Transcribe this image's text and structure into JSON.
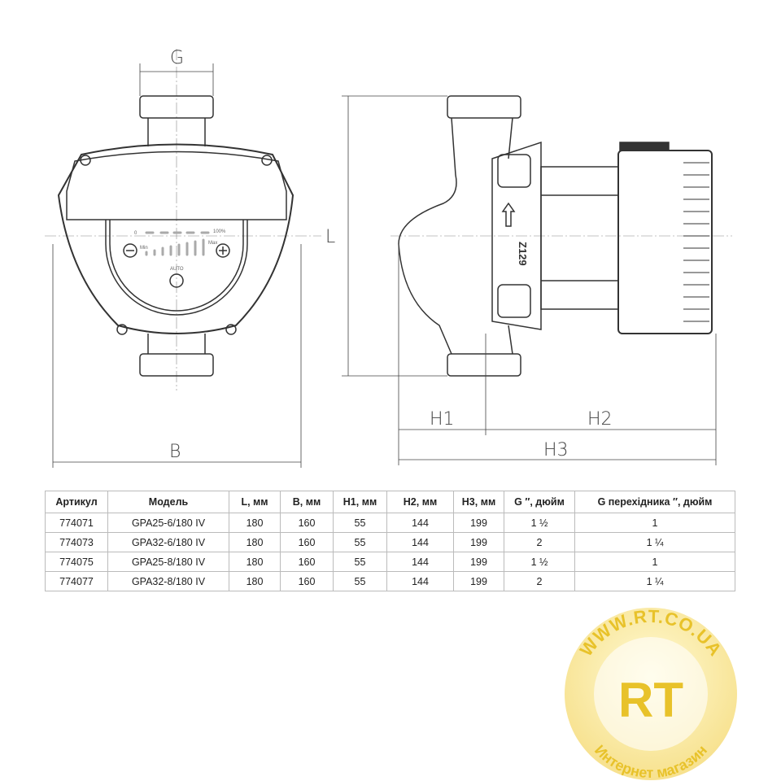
{
  "drawing": {
    "dim_labels": {
      "G": "G",
      "B": "B",
      "L": "L",
      "H1": "H1",
      "H2": "H2",
      "H3": "H3"
    },
    "panel": {
      "zero": "0",
      "full": "100%",
      "min": "Min",
      "max": "Max",
      "auto": "AUTO"
    },
    "body_marking": "Z129"
  },
  "table": {
    "headers": [
      "Артикул",
      "Модель",
      "L, мм",
      "B, мм",
      "H1, мм",
      "H2, мм",
      "H3, мм",
      "G ″, дюйм",
      "G перехідника ″, дюйм"
    ],
    "rows": [
      [
        "774071",
        "GPA25-6/180 IV",
        "180",
        "160",
        "55",
        "144",
        "199",
        "1 ½",
        "1"
      ],
      [
        "774073",
        "GPA32-6/180 IV",
        "180",
        "160",
        "55",
        "144",
        "199",
        "2",
        "1 ¼"
      ],
      [
        "774075",
        "GPA25-8/180 IV",
        "180",
        "160",
        "55",
        "144",
        "199",
        "1 ½",
        "1"
      ],
      [
        "774077",
        "GPA32-8/180 IV",
        "180",
        "160",
        "55",
        "144",
        "199",
        "2",
        "1 ¼"
      ]
    ]
  },
  "watermark": {
    "url": "WWW.RT.CO.UA",
    "logo": "RT",
    "subtitle": "Интернет магазин",
    "color": "#f5d23a"
  }
}
